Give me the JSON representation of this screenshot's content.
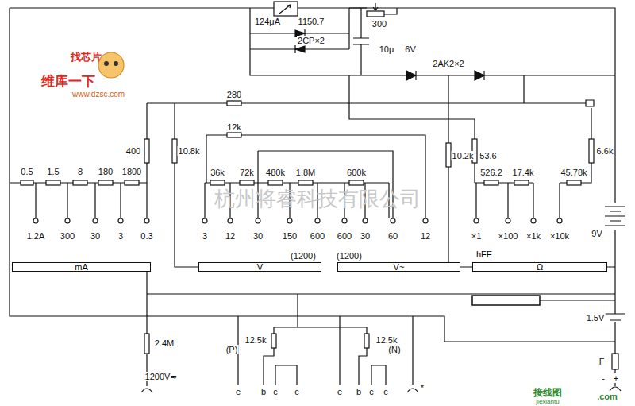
{
  "diagram": {
    "nodes": [
      {
        "text": [
          "mA"
        ]
      },
      {
        "text": [
          "V"
        ]
      },
      {
        "text": [
          "V~"
        ]
      },
      {
        "text": [
          "hFE",
          "Ω"
        ]
      }
    ],
    "labels": [
      "124μA",
      "1150.7",
      "2CP×2",
      "300",
      "10μ",
      "6V",
      "2AK2×2",
      "280",
      "400",
      "10.8k",
      "12k",
      "36k",
      "72k",
      "480k",
      "1.8M",
      "600k",
      "10.2k",
      "53.6",
      "526.2",
      "17.4k",
      "45.78k",
      "6.6k",
      "0.5",
      "1.5",
      "8",
      "180",
      "1800",
      "1.2A",
      "300",
      "30",
      "3",
      "0.3",
      "3",
      "12",
      "30",
      "150",
      "600",
      "600",
      "30",
      "60",
      "12",
      "(1200)",
      "(1200)",
      "×1",
      "×100",
      "×1k",
      "×10k",
      "9V",
      "1.5V",
      "F",
      "2.4M",
      "1200V≂",
      "(P)",
      "12.5k",
      "12.5k",
      "(N)",
      "e",
      "b",
      "c",
      "c",
      "e",
      "b",
      "c",
      "c",
      "*",
      "+",
      "-",
      "杭州将睿科技有限公司",
      "找芯片",
      "维库一下",
      "www.dzsc.com",
      "接线图",
      "jiexiantu",
      ".com"
    ]
  }
}
